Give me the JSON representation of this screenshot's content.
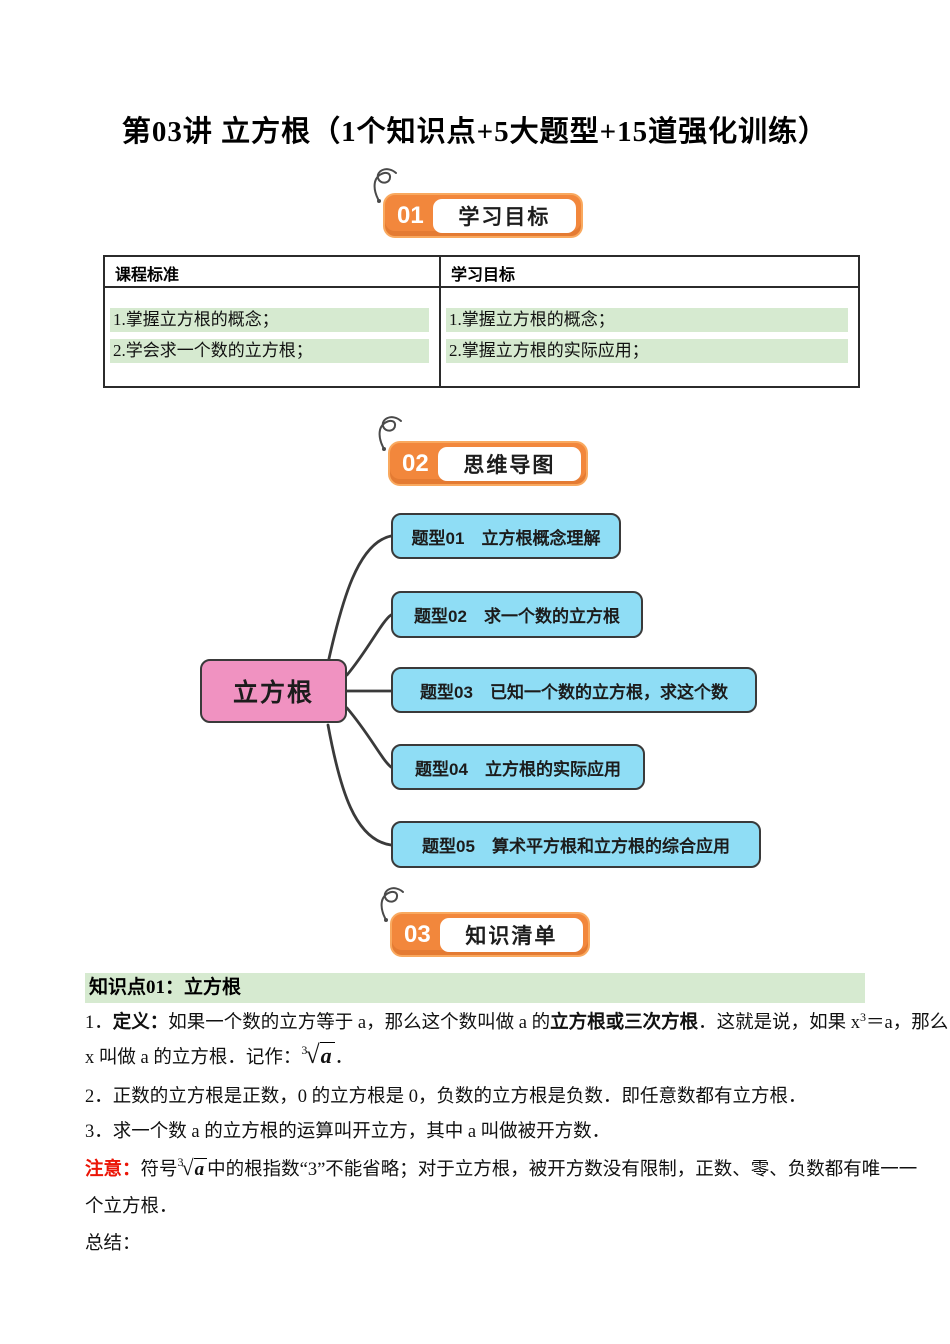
{
  "page_title": "第03讲 立方根（1个知识点+5大题型+15道强化训练）",
  "badges": [
    {
      "num": "01",
      "label": "学习目标"
    },
    {
      "num": "02",
      "label": "思维导图"
    },
    {
      "num": "03",
      "label": "知识清单"
    }
  ],
  "goals_table": {
    "headers": [
      "课程标准",
      "学习目标"
    ],
    "standards": [
      "1.掌握立方根的概念；",
      "2.学会求一个数的立方根；"
    ],
    "objectives": [
      "1.掌握立方根的概念；",
      "2.掌握立方根的实际应用；"
    ]
  },
  "mindmap": {
    "center_label": "立方根",
    "branches": [
      "题型01　立方根概念理解",
      "题型02　求一个数的立方根",
      "题型03　已知一个数的立方根，求这个数",
      "题型04　立方根的实际应用",
      "题型05　算术平方根和立方根的综合应用"
    ]
  },
  "knowledge": {
    "section_header": "知识点01：立方根",
    "def_no": "1．",
    "def_label": "定义：",
    "def_part1": "如果一个数的立方等于 a，那么这个数叫做 a 的",
    "def_bold": "立方根或三次方根",
    "def_part2": "．这就是说，如果 x",
    "def_sup": "3",
    "def_part3": "＝a，那么",
    "def_line2a": "x 叫做 a 的立方根．记作：",
    "rad_index": "3",
    "rad_arg": "a",
    "def_end": "．",
    "point2": "2．正数的立方根是正数，0 的立方根是 0，负数的立方根是负数．即任意数都有立方根．",
    "point3": "3．求一个数 a 的立方根的运算叫开立方，其中 a 叫做被开方数．",
    "note_label": "注意：",
    "note_part1": "符号",
    "note_part2": "中的根指数“3”不能省略；对于立方根，被开方数没有限制，正数、零、负数都有唯一一",
    "note_line2": "个立方根．",
    "summary": "总结："
  },
  "colors": {
    "accent_orange": "#F2873C",
    "accent_orange_light": "#F9A95F",
    "node_blue": "#8FDDF5",
    "node_pink": "#F092C1",
    "highlight_green": "#D6EAD0",
    "note_red": "#EB1506",
    "line_dark": "#3A3A3A"
  }
}
